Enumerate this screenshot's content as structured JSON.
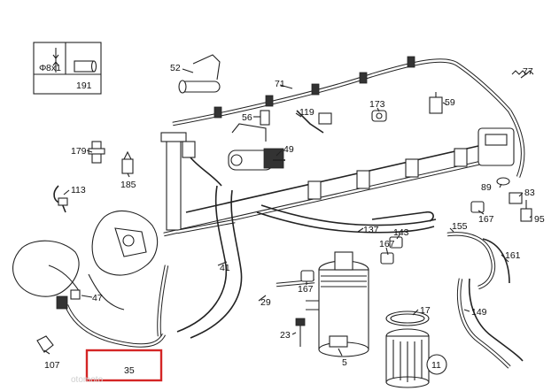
{
  "legend": {
    "dim_label": "8x1",
    "diameter_symbol": "Φ",
    "part_number": "191"
  },
  "labels": [
    {
      "key": "p52",
      "text": "52"
    },
    {
      "key": "p71",
      "text": "71"
    },
    {
      "key": "p77",
      "text": "77"
    },
    {
      "key": "p56",
      "text": "56"
    },
    {
      "key": "p119",
      "text": "119"
    },
    {
      "key": "p173",
      "text": "173"
    },
    {
      "key": "p59",
      "text": "59"
    },
    {
      "key": "p49",
      "text": "49"
    },
    {
      "key": "p179",
      "text": "179"
    },
    {
      "key": "p185",
      "text": "185"
    },
    {
      "key": "p113",
      "text": "113"
    },
    {
      "key": "p89",
      "text": "89"
    },
    {
      "key": "p83",
      "text": "83"
    },
    {
      "key": "p167a",
      "text": "167"
    },
    {
      "key": "p95",
      "text": "95"
    },
    {
      "key": "p137",
      "text": "137"
    },
    {
      "key": "p143",
      "text": "143"
    },
    {
      "key": "p155",
      "text": "155"
    },
    {
      "key": "p167b",
      "text": "167"
    },
    {
      "key": "p161",
      "text": "161"
    },
    {
      "key": "p41",
      "text": "41"
    },
    {
      "key": "p167c",
      "text": "167"
    },
    {
      "key": "p29",
      "text": "29"
    },
    {
      "key": "p47",
      "text": "47"
    },
    {
      "key": "p149",
      "text": "149"
    },
    {
      "key": "p17",
      "text": "17"
    },
    {
      "key": "p23",
      "text": "23"
    },
    {
      "key": "p107",
      "text": "107"
    },
    {
      "key": "p35",
      "text": "35"
    },
    {
      "key": "p5",
      "text": "5"
    },
    {
      "key": "p11",
      "text": "11"
    }
  ],
  "highlight": {
    "color": "#d42525",
    "part": "35"
  },
  "watermark": "otomoto"
}
